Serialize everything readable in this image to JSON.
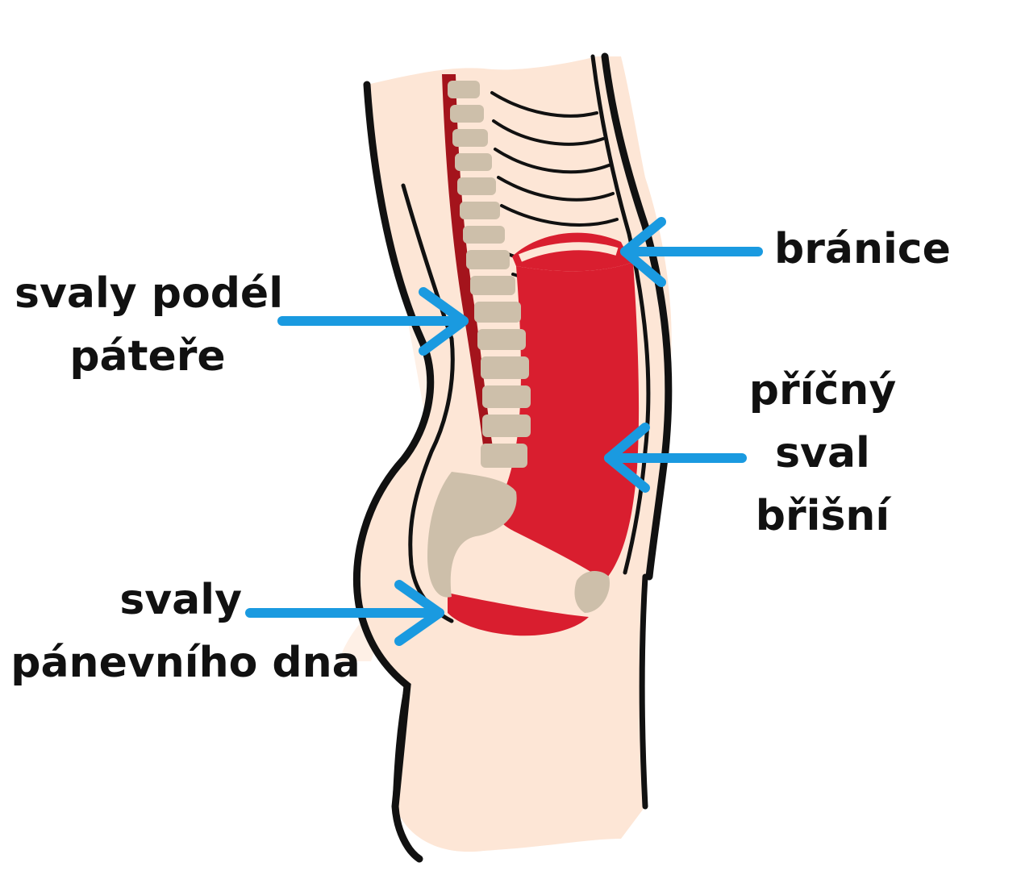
{
  "labels": {
    "branice": "bránice",
    "spine_muscles": {
      "line1": "svaly podél",
      "line2": "páteře"
    },
    "transversus": {
      "line1": "příčný",
      "line2": "sval",
      "line3": "břišní"
    },
    "pelvic_floor": {
      "line1": "svaly",
      "line2": "pánevního dna"
    }
  },
  "colors": {
    "skin": "#fde6d6",
    "outline": "#111111",
    "muscle": "#d91e2f",
    "spine_muscle": "#a4141c",
    "bone": "#cdbfaa",
    "arrow": "#1a9ae0"
  }
}
